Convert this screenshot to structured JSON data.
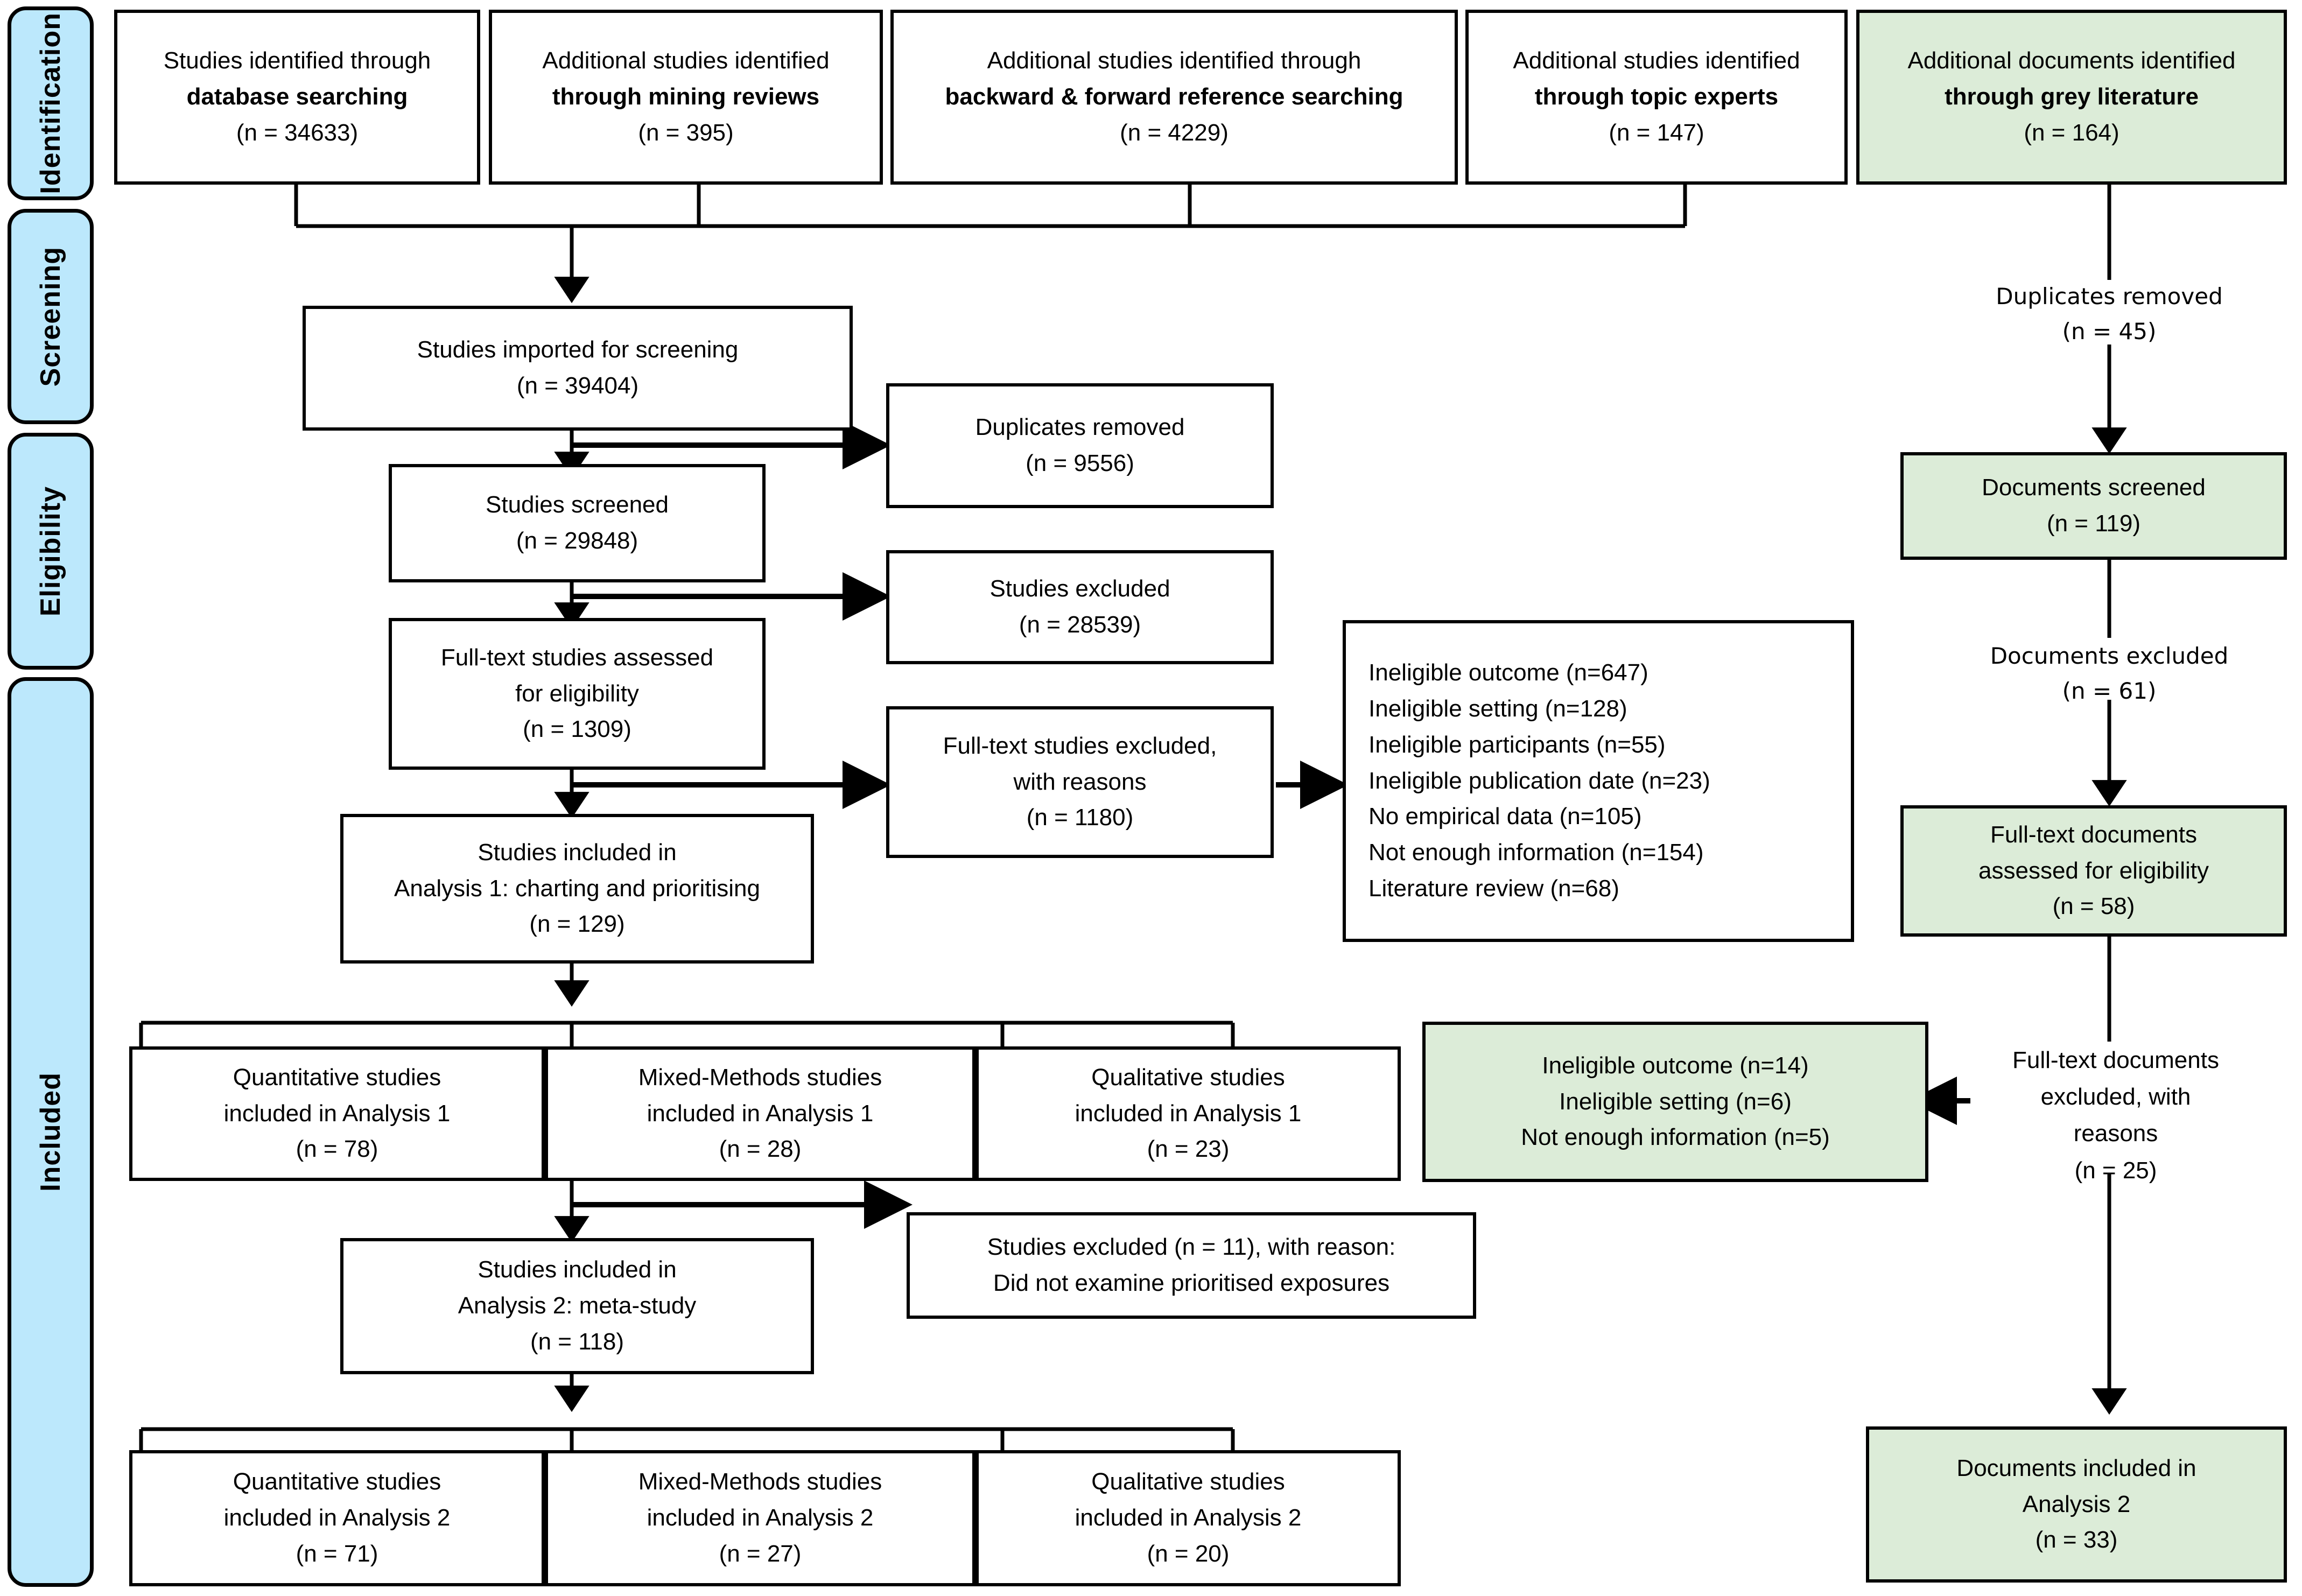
{
  "diagram": {
    "type": "prisma-flow-diagram",
    "colors": {
      "stage_tab_fill": "#bce8fc",
      "grey_literature_fill": "#dcecd8",
      "box_fill": "#ffffff",
      "stroke": "#000000"
    }
  },
  "stages": [
    {
      "id": "identification",
      "label": "Identification"
    },
    {
      "id": "screening",
      "label": "Screening"
    },
    {
      "id": "eligibility",
      "label": "Eligibility"
    },
    {
      "id": "included",
      "label": "Included"
    }
  ],
  "identification": {
    "sources": [
      {
        "id": "database-searching",
        "line1": "Studies identified through",
        "line2": "database searching",
        "count": "(n = 34633)",
        "highlight": false
      },
      {
        "id": "mining-reviews",
        "line1": "Additional studies identified",
        "line2": "through mining reviews",
        "count": "(n = 395)",
        "highlight": false
      },
      {
        "id": "reference-searching",
        "line1": "Additional studies identified through",
        "line2": "backward & forward reference searching",
        "count": "(n = 4229)",
        "highlight": false
      },
      {
        "id": "topic-experts",
        "line1": "Additional studies identified",
        "line2": "through topic experts",
        "count": "(n = 147)",
        "highlight": false
      },
      {
        "id": "grey-literature",
        "line1": "Additional documents identified",
        "line2": "through grey literature",
        "count": "(n = 164)",
        "highlight": true
      }
    ]
  },
  "screening": {
    "imported": {
      "line1": "Studies imported for screening",
      "count": "(n = 39404)"
    },
    "duplicates_removed": {
      "line1": "Duplicates removed",
      "count": "(n = 9556)"
    },
    "screened": {
      "line1": "Studies screened",
      "count": "(n = 29848)"
    },
    "studies_excluded": {
      "line1": "Studies excluded",
      "count": "(n = 28539)"
    }
  },
  "eligibility": {
    "fulltext_assessed": {
      "line1": "Full-text studies assessed",
      "line2": "for eligibility",
      "count": "(n = 1309)"
    },
    "fulltext_excluded": {
      "line1": "Full-text studies excluded,",
      "line2": "with reasons",
      "count": "(n = 1180)"
    },
    "exclusion_reasons": [
      "Ineligible outcome (n=647)",
      "Ineligible setting (n=128)",
      "Ineligible participants (n=55)",
      "Ineligible publication date (n=23)",
      "No empirical data (n=105)",
      "Not enough information (n=154)",
      "Literature review (n=68)"
    ]
  },
  "included": {
    "analysis1_total": {
      "line1": "Studies included in",
      "line2": "Analysis 1: charting and prioritising",
      "count": "(n = 129)"
    },
    "analysis1_types": [
      {
        "id": "quantitative-analysis-1",
        "line1": "Quantitative studies",
        "line2": "included in Analysis 1",
        "count": "(n = 78)"
      },
      {
        "id": "mixed-methods-analysis-1",
        "line1": "Mixed-Methods studies",
        "line2": "included in Analysis 1",
        "count": "(n = 28)"
      },
      {
        "id": "qualitative-analysis-1",
        "line1": "Qualitative studies",
        "line2": "included in Analysis 1",
        "count": "(n = 23)"
      }
    ],
    "analysis2_excluded": {
      "line1": "Studies excluded (n = 11), with reason:",
      "line2": "Did not examine prioritised exposures"
    },
    "analysis2_total": {
      "line1": "Studies included in",
      "line2": "Analysis 2: meta-study",
      "count": "(n = 118)"
    },
    "analysis2_types": [
      {
        "id": "quantitative-analysis-2",
        "line1": "Quantitative studies",
        "line2": "included in Analysis 2",
        "count": "(n = 71)"
      },
      {
        "id": "mixed-methods-analysis-2",
        "line1": "Mixed-Methods studies",
        "line2": "included in Analysis 2",
        "count": "(n = 27)"
      },
      {
        "id": "qualitative-analysis-2",
        "line1": "Qualitative studies",
        "line2": "included in Analysis 2",
        "count": "(n = 20)"
      }
    ]
  },
  "grey_literature_stream": {
    "duplicates_removed": {
      "line1": "Duplicates removed",
      "count": "(n = 45)"
    },
    "documents_screened": {
      "line1": "Documents screened",
      "count": "(n = 119)"
    },
    "documents_excluded": {
      "line1": "Documents excluded",
      "count": "(n = 61)"
    },
    "fulltext_assessed": {
      "line1": "Full-text documents",
      "line2": "assessed for eligibility",
      "count": "(n = 58)"
    },
    "fulltext_excluded": {
      "line1": "Full-text documents",
      "line2": "excluded, with",
      "line3": "reasons",
      "count": "(n = 25)"
    },
    "exclusion_reasons": [
      "Ineligible outcome (n=14)",
      "Ineligible setting (n=6)",
      "Not enough information (n=5)"
    ],
    "documents_included": {
      "line1": "Documents included in",
      "line2": "Analysis 2",
      "count": "(n = 33)"
    }
  }
}
